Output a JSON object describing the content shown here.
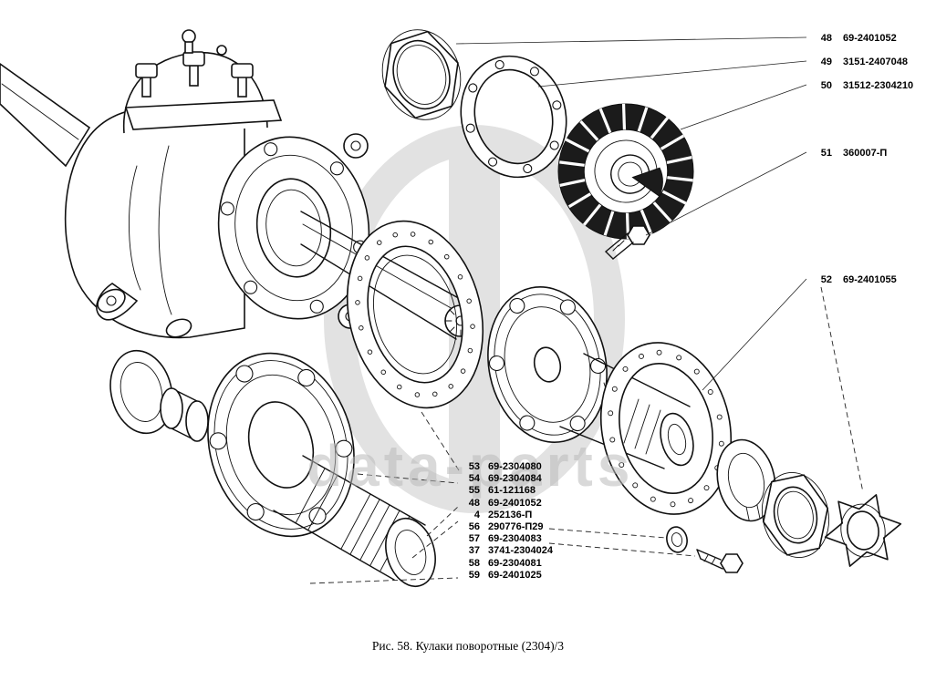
{
  "figure": {
    "caption": "Рис. 58. Кулаки поворотные (2304)/3",
    "watermark": "data-parts"
  },
  "right_callouts": [
    {
      "ref": "48",
      "part": "69-2401052"
    },
    {
      "ref": "49",
      "part": "3151-2407048"
    },
    {
      "ref": "50",
      "part": "31512-2304210"
    },
    {
      "ref": "51",
      "part": "360007-П"
    },
    {
      "ref": "52",
      "part": "69-2401055"
    }
  ],
  "list_callouts": [
    {
      "ref": "53",
      "part": "69-2304080"
    },
    {
      "ref": "54",
      "part": "69-2304084"
    },
    {
      "ref": "55",
      "part": "61-121168"
    },
    {
      "ref": "48",
      "part": "69-2401052"
    },
    {
      "ref": "4",
      "part": "252136-П"
    },
    {
      "ref": "56",
      "part": "290776-П29"
    },
    {
      "ref": "57",
      "part": "69-2304083"
    },
    {
      "ref": "37",
      "part": "3741-2304024"
    },
    {
      "ref": "58",
      "part": "69-2304081"
    },
    {
      "ref": "59",
      "part": "69-2401025"
    }
  ]
}
